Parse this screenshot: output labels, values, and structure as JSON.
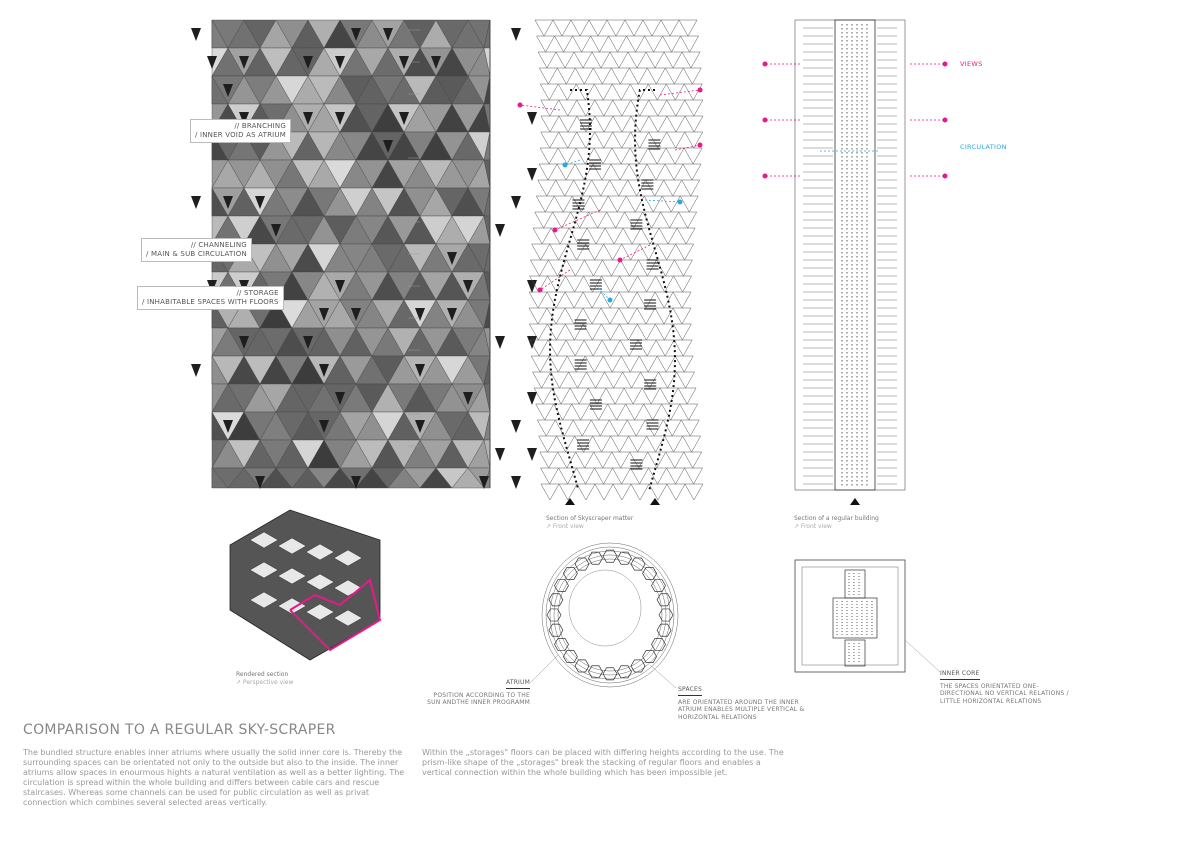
{
  "colors": {
    "views": "#e8198b",
    "circulation": "#29a9e0",
    "render": "#6e6e6e"
  },
  "callouts": [
    {
      "line1": "// BRANCHING",
      "line2": "/ INNER VOID AS ATRIUM"
    },
    {
      "line1": "// CHANNELING",
      "line2": "/ MAIN & SUB CIRCULATION"
    },
    {
      "line1": "// STORAGE",
      "line2": "/ INHABITABLE SPACES WITH FLOORS"
    }
  ],
  "legend": {
    "views": "VIEWS",
    "circulation": "CIRCULATION"
  },
  "captions": {
    "matter": {
      "title": "Section of Skyscraper matter",
      "sub": "↗ Front view"
    },
    "regular": {
      "title": "Section of a regular building",
      "sub": "↗ Front view"
    },
    "rendered": {
      "title": "Rendered section",
      "sub": "↗ Perspective view"
    }
  },
  "labels": {
    "atrium": {
      "head": "ATRIUM",
      "text": "POSITION ACCORDING TO THE SUN ANDTHE INNER PROGRAMM"
    },
    "spaces": {
      "head": "SPACES",
      "text": "ARE ORIENTATED AROUND THE INNER ATRIUM ENABLES MULTIPLE VERTICAL & HORIZONTAL RELATIONS"
    },
    "core": {
      "head": "INNER CORE",
      "text": "THE SPACES ORIENTATED ONE-DIRECTIONAL NO VERTICAL RELATIONS / LITTLE HORIZONTAL RELATIONS"
    }
  },
  "text": {
    "title": "COMPARISON TO A REGULAR SKY-SCRAPER",
    "para1": "The bundled structure enables inner atriums where usually the solid inner core is. Thereby the surrounding spaces can be orientated not only to the outside but also to the inside. The inner atriums allow spaces in enourmous hights a natural ventilation as well as a better lighting. The circulation is spread within the whole building and differs between cable cars and rescue staircases. Whereas some channels can be used for public circulation as well as  privat connection which combines several selected areas vertically.",
    "para2": "Within the „storages\" floors can be placed with differing heights according to the use. The prism-like shape of the „storages\" break the stacking of regular floors and enables a vertical connection within the whole building which has been impossible jet."
  }
}
